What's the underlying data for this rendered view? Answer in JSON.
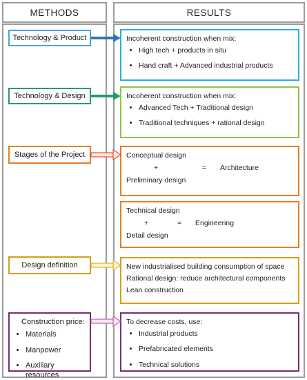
{
  "headers": {
    "methods": "METHODS",
    "results": "RESULTS"
  },
  "rows": [
    {
      "method": "Technology & Product",
      "color": "#4da3d9",
      "result_title": "Incoherent construction when mix:",
      "result_items": [
        "High tech + products in situ",
        "Hand craft + Advanced industrial products"
      ]
    },
    {
      "method": "Technology & Design",
      "color": "#1e9e6e",
      "result_title": "Incoherent construction when mix:",
      "result_items": [
        "Advanced Tech + Traditional design",
        "Traditional techniques + rational design"
      ]
    },
    {
      "method": "Stages of the Project",
      "color": "#e67e22",
      "result_a": {
        "left": "Conceptual design",
        "plus": "+",
        "equals": "=",
        "right": "Architecture",
        "bottom": "Preliminary design"
      },
      "result_b": {
        "left": "Technical design",
        "plus": "+",
        "equals": "=",
        "right": "Engineering",
        "bottom": "Detail design"
      }
    },
    {
      "method": "Design definition",
      "color": "#d4a017",
      "result_lines": [
        "New industrialised building consumption of space",
        "Rational design:  reduce architectural components",
        "Lean construction"
      ]
    },
    {
      "method": "Construction price:",
      "color": "#7b2d6e",
      "method_items": [
        "Materials",
        "Manpower",
        "Auxiliary resources"
      ],
      "result_title": "To decrease costs, use:",
      "result_items": [
        "Industrial products",
        "Prefabricated elements",
        "Technical solutions"
      ]
    }
  ],
  "arrow_colors": [
    "#2e75b6",
    "#1e9e6e",
    "#e0301e",
    "#d4a017",
    "#a64d9a"
  ]
}
